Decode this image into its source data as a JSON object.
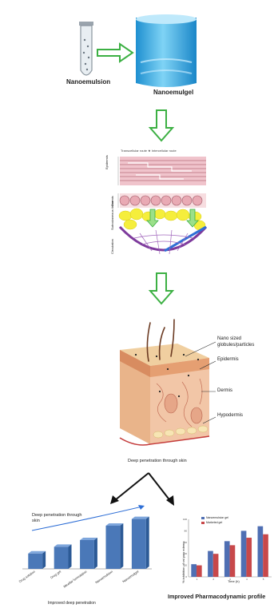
{
  "top": {
    "nanoemulsion_label": "Nanoemulsion",
    "nanoemulgel_label": "Nanoemulgel"
  },
  "skin_panel": {
    "header": "Transcellular route  ★  Intercellular route",
    "layers": [
      "Epidermis",
      "Dermis",
      "Subcutaneous tissue",
      "Circulation"
    ]
  },
  "skin_block": {
    "labels": [
      "Nano sized globules/particles",
      "Epidermis",
      "Dermis",
      "Hypodermis"
    ],
    "caption": "Deep penetration through skin"
  },
  "left_chart": {
    "annotation": "Deep penetration through skin",
    "caption": "Improved deep penetration"
  },
  "right_chart": {
    "legend": [
      "Nanoemulsion gel",
      "Marketed gel"
    ],
    "ylabel": "% inhibition of rat paw edema",
    "xlabel": "Time (h)",
    "caption": "Improved Pharmacodynamic profile"
  },
  "chart_data": [
    {
      "type": "bar",
      "categories": [
        "Drug solution",
        "Drug gel",
        "Micellar formulation",
        "Nanoemulsion",
        "Nanoemulgel"
      ],
      "values": [
        1.6,
        2.3,
        3.0,
        4.5,
        5.2
      ],
      "ylim": [
        0,
        6
      ],
      "color": "#4a78b8"
    },
    {
      "type": "bar",
      "categories": [
        "1",
        "2",
        "3",
        "4",
        "5"
      ],
      "series": [
        {
          "name": "Nanoemulsion gel",
          "values": [
            22,
            45,
            62,
            80,
            88
          ],
          "color": "#4f6fb3"
        },
        {
          "name": "Marketed gel",
          "values": [
            20,
            40,
            55,
            68,
            74
          ],
          "color": "#c8484a"
        }
      ],
      "ylim": [
        0,
        100
      ]
    }
  ],
  "colors": {
    "arrow_green": "#3cb043",
    "gel_blue": "#3fb2e8",
    "dermis_pink": "#f3c9c4",
    "fat_yellow": "#f5ee3c",
    "vessel_purple": "#7d3a9c"
  }
}
